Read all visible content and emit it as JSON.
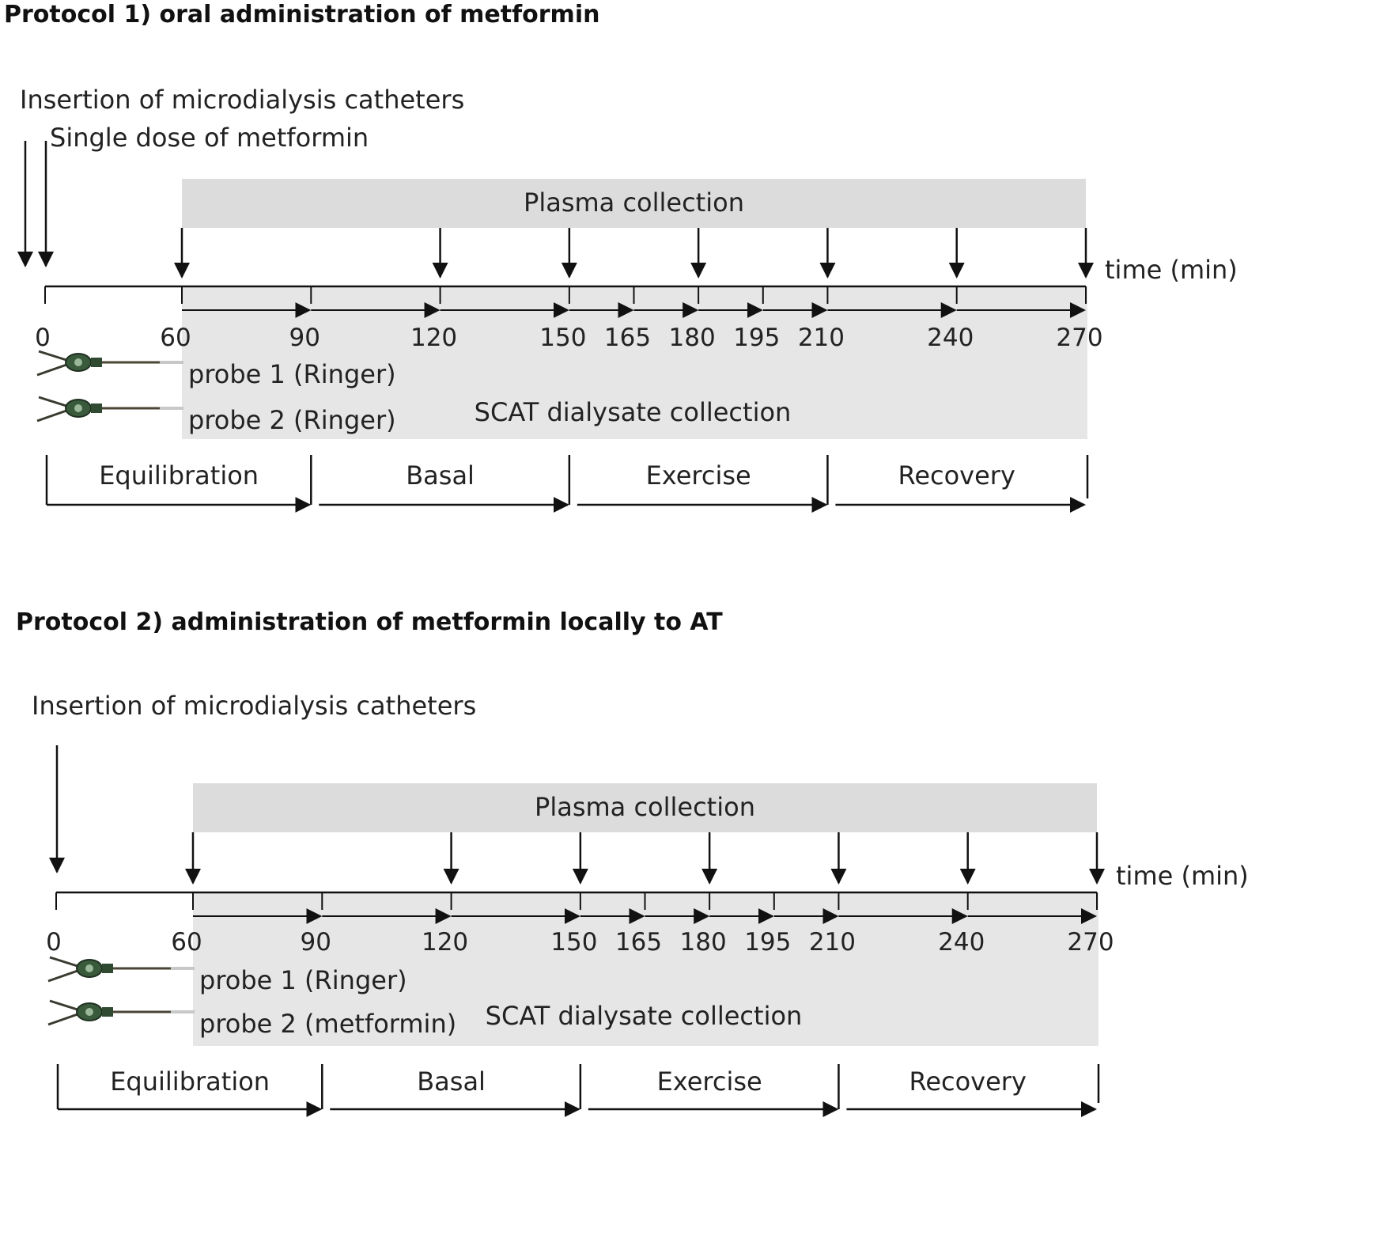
{
  "protocols": [
    {
      "title": "Protocol 1) oral administration of metformin",
      "events": [
        "Insertion of microdialysis catheters",
        "Single dose of metformin"
      ],
      "plasma_label": "Plasma collection",
      "time_unit": "time (min)",
      "ticks": [
        0,
        60,
        90,
        120,
        150,
        165,
        180,
        195,
        210,
        240,
        270
      ],
      "plasma_arrows": [
        60,
        120,
        150,
        180,
        210,
        240,
        270
      ],
      "probes": [
        "probe 1 (Ringer)",
        "probe 2 (Ringer)"
      ],
      "dialysate_label": "SCAT dialysate collection",
      "phases": [
        {
          "name": "Equilibration",
          "start": 0,
          "end": 90
        },
        {
          "name": "Basal",
          "start": 90,
          "end": 150
        },
        {
          "name": "Exercise",
          "start": 150,
          "end": 210
        },
        {
          "name": "Recovery",
          "start": 210,
          "end": 270
        }
      ]
    },
    {
      "title": "Protocol 2) administration of metformin locally to AT",
      "events": [
        "Insertion of microdialysis catheters"
      ],
      "plasma_label": "Plasma collection",
      "time_unit": "time (min)",
      "ticks": [
        0,
        60,
        90,
        120,
        150,
        165,
        180,
        195,
        210,
        240,
        270
      ],
      "plasma_arrows": [
        60,
        120,
        150,
        180,
        210,
        240,
        270
      ],
      "probes": [
        "probe 1 (Ringer)",
        "probe 2 (metformin)"
      ],
      "dialysate_label": "SCAT dialysate collection",
      "phases": [
        {
          "name": "Equilibration",
          "start": 0,
          "end": 90
        },
        {
          "name": "Basal",
          "start": 90,
          "end": 150
        },
        {
          "name": "Exercise",
          "start": 150,
          "end": 210
        },
        {
          "name": "Recovery",
          "start": 210,
          "end": 270
        }
      ]
    }
  ]
}
